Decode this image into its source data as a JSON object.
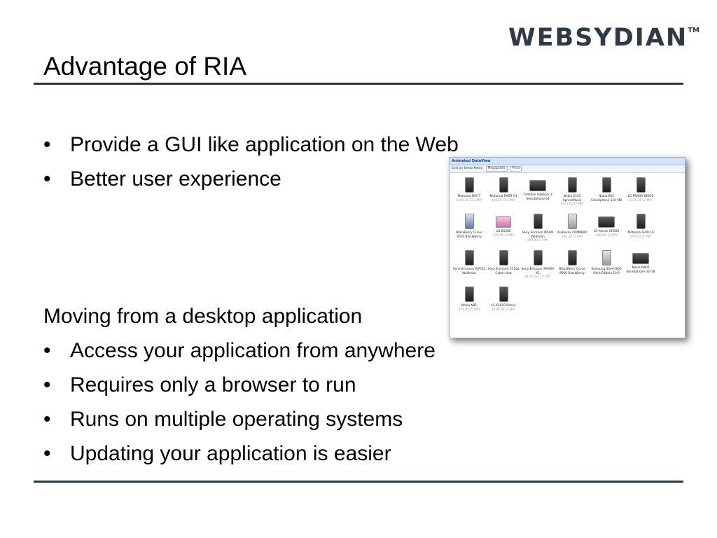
{
  "logo": {
    "name": "WEBSYDIAN",
    "tm": "TM"
  },
  "title": "Advantage of RIA",
  "bullets_top": [
    "Provide a GUI like application on the Web",
    "Better user experience"
  ],
  "subheading": "Moving from a desktop application",
  "bullets_bottom": [
    "Access your application from anywhere",
    "Requires only a browser to run",
    "Runs on multiple operating systems",
    "Updating your application is easier"
  ],
  "bullet_glyph": "•",
  "screenshot": {
    "title": "Animated DataView",
    "toolbar_label": "Sort on these fields:",
    "buttons": [
      "Megapixels",
      "Price"
    ],
    "items": [
      {
        "name": "Motorola W377",
        "price": "$109.36 (0.3 MP)"
      },
      {
        "name": "Motorola RAZR V3",
        "price": "$60.65 (1.3 MP)"
      },
      {
        "name": "T-Mobile Sidekick 3 Smartphone 64",
        "price": ""
      },
      {
        "name": "Nokia 5310 XpressMusic",
        "price": "$172.03 (2 MP)"
      },
      {
        "name": "Nokia E63 Smartphone 110 MB",
        "price": ""
      },
      {
        "name": "LG PRADA KE850",
        "price": "$125.03 (2 MP)"
      },
      {
        "name": "BlackBerry Curve 8520 BlackBerry",
        "price": ""
      },
      {
        "name": "LG KS360",
        "price": "$79.95 (2 MP)"
      },
      {
        "name": "Sony Ericsson W580i Walkman",
        "price": "$72.00 (2 MP)"
      },
      {
        "name": "Audiovox CDM8600",
        "price": "$66.50 (2 MP)"
      },
      {
        "name": "LG Xenon GR500",
        "price": "$90.00 (2 MP)"
      },
      {
        "name": "Motorola SLVR L6",
        "price": "$50.00 (2 MP)"
      },
      {
        "name": "Sony Ericsson W705a Walkman",
        "price": ""
      },
      {
        "name": "Sony Ericsson C510a Cyber-shot",
        "price": ""
      },
      {
        "name": "Sony Ericsson XPERIA X1",
        "price": "$100.00 (3.2 MP)"
      },
      {
        "name": "BlackBerry Curve 8900 BlackBerry",
        "price": ""
      },
      {
        "name": "Samsung SGH U600 Ultra Edition 10.9",
        "price": ""
      },
      {
        "name": "Nokia N800 Smartphone 32 GB",
        "price": ""
      },
      {
        "name": "Nokia N85",
        "price": "$79.95 (5 MP)"
      },
      {
        "name": "LG KC910 Renoir",
        "price": "$180.00 (8 MP)"
      }
    ]
  }
}
